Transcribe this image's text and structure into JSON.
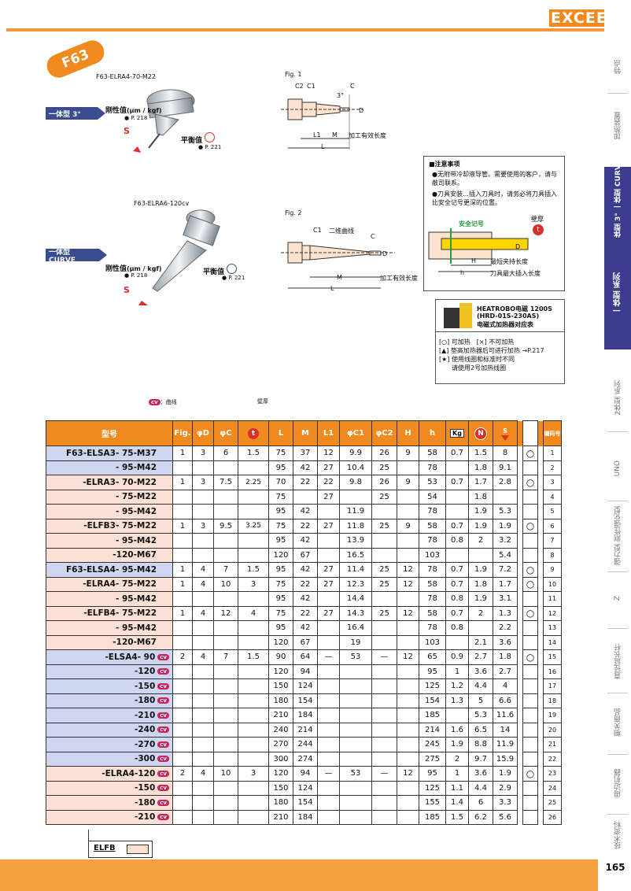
{
  "brand": "EXCEED",
  "page_number": "165",
  "badge": "F63",
  "right_nav": [
    {
      "label": "特点",
      "active": false
    },
    {
      "label": "加热装置",
      "active": false
    },
    {
      "label": "一体型 3°\n一体型 CURVE",
      "active": true
    },
    {
      "label": "一体型 系列",
      "active": true
    },
    {
      "label": "2体型 系列",
      "active": false
    },
    {
      "label": "UNO",
      "active": false
    },
    {
      "label": "强力型 刚性强化型",
      "active": false
    },
    {
      "label": "Z",
      "active": false
    },
    {
      "label": "直径延长杆",
      "active": false
    },
    {
      "label": "相关商品",
      "active": false
    },
    {
      "label": "周边机器",
      "active": false
    },
    {
      "label": "技术资料",
      "active": false
    }
  ],
  "product1": {
    "model": "F63-ELRA4-70-M22",
    "tag": "一体型 3°",
    "rigidity": "刚性值",
    "rigidity_unit": "(μm / kgf)",
    "rigidity_ref": "P. 218",
    "balance": "平衡值",
    "balance_ref": "P. 221",
    "s": "S"
  },
  "product2": {
    "model": "F63-ELRA6-120cv",
    "tag": "一体型 CURVE",
    "rigidity": "刚性值",
    "rigidity_unit": "(μm / kgf)",
    "rigidity_ref": "P. 218",
    "balance": "平衡值",
    "balance_ref": "P. 221",
    "s": "S"
  },
  "fig1": {
    "label": "Fig. 1",
    "c2": "C2",
    "c1": "C1",
    "c": "C",
    "angle": "3°",
    "d": "D",
    "l1": "L1",
    "m": "M",
    "l": "L",
    "effective": "加工有效长度"
  },
  "fig2": {
    "label": "Fig. 2",
    "c1": "C1",
    "curve": "二维曲线",
    "c": "C",
    "d": "D",
    "m": "M",
    "l": "L",
    "effective": "加工有效长度"
  },
  "notice": {
    "title": "■注意事项",
    "items": [
      "●无附带冷却液导管。需要使用的客户，请与敝司联系。",
      "●刀具安装…插入刀具时，请务必将刀具插入比安全记号更深的位置。"
    ],
    "safety_mark": "安全记号",
    "wall": "壁厚",
    "d": "D",
    "h": "H",
    "h_small": "h",
    "min_grip": "最短夹持长度",
    "max_insert": "刀具最大插入长度"
  },
  "heater": {
    "name": "HEATROBO电磁 1200S",
    "model": "(HRD-01S-230AS)",
    "desc": "电磁式加热器对应表",
    "legend": [
      "[○] 可加热　[×] 不可加热",
      "[▲] 垫高加热器后可进行加热 →P.217",
      "[★] 使用线圈和标准时不同",
      "　　请使用2号加热线圈"
    ]
  },
  "table_notes": {
    "cv": "：曲线",
    "wall": "壁厚"
  },
  "cv_badge": "cv",
  "table": {
    "headers": [
      "型号",
      "Fig.",
      "φD",
      "φC",
      "t",
      "L",
      "M",
      "L1",
      "φC1",
      "φC2",
      "H",
      "h",
      "Kg",
      "N",
      "S",
      "",
      "编码号"
    ],
    "rows": [
      {
        "model": "F63-ELSA3- 75-M37",
        "fig": "1",
        "d": "3",
        "c": "6",
        "t": "1.5",
        "L": "75",
        "M": "37",
        "L1": "12",
        "C1": "9.9",
        "C2": "26",
        "H": "9",
        "h": "58",
        "kg": "0.7",
        "n": "1.5",
        "s": "8",
        "heat": "○",
        "no": "1",
        "bg": "blue",
        "cv": false
      },
      {
        "model": "- 95-M42",
        "fig": "",
        "d": "",
        "c": "",
        "t": "",
        "L": "95",
        "M": "42",
        "L1": "27",
        "C1": "10.4",
        "C2": "25",
        "H": "",
        "h": "78",
        "kg": "",
        "n": "1.8",
        "s": "9.1",
        "heat": "",
        "no": "2",
        "bg": "blue",
        "cv": false
      },
      {
        "model": "-ELRA3- 70-M22",
        "fig": "1",
        "d": "3",
        "c": "7.5",
        "t": "2.25",
        "L": "70",
        "M": "22",
        "L1": "22",
        "C1": "9.8",
        "C2": "26",
        "H": "9",
        "h": "53",
        "kg": "0.7",
        "n": "1.7",
        "s": "2.8",
        "heat": "○",
        "no": "3",
        "bg": "pink",
        "cv": false
      },
      {
        "model": "- 75-M22",
        "fig": "",
        "d": "",
        "c": "",
        "t": "",
        "L": "75",
        "M": "",
        "L1": "27",
        "C1": "",
        "C2": "25",
        "H": "",
        "h": "54",
        "kg": "",
        "n": "1.8",
        "s": "",
        "heat": "",
        "no": "4",
        "bg": "pink",
        "cv": false
      },
      {
        "model": "- 95-M42",
        "fig": "",
        "d": "",
        "c": "",
        "t": "",
        "L": "95",
        "M": "42",
        "L1": "",
        "C1": "11.9",
        "C2": "",
        "H": "",
        "h": "78",
        "kg": "",
        "n": "1.9",
        "s": "5.3",
        "heat": "",
        "no": "5",
        "bg": "pink",
        "cv": false
      },
      {
        "model": "-ELFB3- 75-M22",
        "fig": "1",
        "d": "3",
        "c": "9.5",
        "t": "3.25",
        "L": "75",
        "M": "22",
        "L1": "27",
        "C1": "11.8",
        "C2": "25",
        "H": "9",
        "h": "58",
        "kg": "0.7",
        "n": "1.9",
        "s": "1.9",
        "heat": "○",
        "no": "6",
        "bg": "pink",
        "cv": false
      },
      {
        "model": "- 95-M42",
        "fig": "",
        "d": "",
        "c": "",
        "t": "",
        "L": "95",
        "M": "42",
        "L1": "",
        "C1": "13.9",
        "C2": "",
        "H": "",
        "h": "78",
        "kg": "0.8",
        "n": "2",
        "s": "3.2",
        "heat": "",
        "no": "7",
        "bg": "pink",
        "cv": false
      },
      {
        "model": "-120-M67",
        "fig": "",
        "d": "",
        "c": "",
        "t": "",
        "L": "120",
        "M": "67",
        "L1": "",
        "C1": "16.5",
        "C2": "",
        "H": "",
        "h": "103",
        "kg": "",
        "n": "",
        "s": "5.4",
        "heat": "",
        "no": "8",
        "bg": "pink",
        "cv": false
      },
      {
        "model": "F63-ELSA4- 95-M42",
        "fig": "1",
        "d": "4",
        "c": "7",
        "t": "1.5",
        "L": "95",
        "M": "42",
        "L1": "27",
        "C1": "11.4",
        "C2": "25",
        "H": "12",
        "h": "78",
        "kg": "0.7",
        "n": "1.9",
        "s": "7.2",
        "heat": "○",
        "no": "9",
        "bg": "blue",
        "cv": false
      },
      {
        "model": "-ELRA4- 75-M22",
        "fig": "1",
        "d": "4",
        "c": "10",
        "t": "3",
        "L": "75",
        "M": "22",
        "L1": "27",
        "C1": "12.3",
        "C2": "25",
        "H": "12",
        "h": "58",
        "kg": "0.7",
        "n": "1.8",
        "s": "1.7",
        "heat": "○",
        "no": "10",
        "bg": "pink",
        "cv": false
      },
      {
        "model": "- 95-M42",
        "fig": "",
        "d": "",
        "c": "",
        "t": "",
        "L": "95",
        "M": "42",
        "L1": "",
        "C1": "14.4",
        "C2": "",
        "H": "",
        "h": "78",
        "kg": "0.8",
        "n": "1.9",
        "s": "3.1",
        "heat": "",
        "no": "11",
        "bg": "pink",
        "cv": false
      },
      {
        "model": "-ELFB4- 75-M22",
        "fig": "1",
        "d": "4",
        "c": "12",
        "t": "4",
        "L": "75",
        "M": "22",
        "L1": "27",
        "C1": "14.3",
        "C2": "25",
        "H": "12",
        "h": "58",
        "kg": "0.7",
        "n": "2",
        "s": "1.3",
        "heat": "○",
        "no": "12",
        "bg": "pink",
        "cv": false
      },
      {
        "model": "- 95-M42",
        "fig": "",
        "d": "",
        "c": "",
        "t": "",
        "L": "95",
        "M": "42",
        "L1": "",
        "C1": "16.4",
        "C2": "",
        "H": "",
        "h": "78",
        "kg": "0.8",
        "n": "",
        "s": "2.2",
        "heat": "",
        "no": "13",
        "bg": "pink",
        "cv": false
      },
      {
        "model": "-120-M67",
        "fig": "",
        "d": "",
        "c": "",
        "t": "",
        "L": "120",
        "M": "67",
        "L1": "",
        "C1": "19",
        "C2": "",
        "H": "",
        "h": "103",
        "kg": "",
        "n": "2.1",
        "s": "3.6",
        "heat": "",
        "no": "14",
        "bg": "pink",
        "cv": false
      },
      {
        "model": "-ELSA4- 90",
        "fig": "2",
        "d": "4",
        "c": "7",
        "t": "1.5",
        "L": "90",
        "M": "64",
        "L1": "—",
        "C1": "53",
        "C2": "—",
        "H": "12",
        "h": "65",
        "kg": "0.9",
        "n": "2.7",
        "s": "1.8",
        "heat": "○",
        "no": "15",
        "bg": "blue",
        "cv": true
      },
      {
        "model": "-120",
        "fig": "",
        "d": "",
        "c": "",
        "t": "",
        "L": "120",
        "M": "94",
        "L1": "",
        "C1": "",
        "C2": "",
        "H": "",
        "h": "95",
        "kg": "1",
        "n": "3.6",
        "s": "2.7",
        "heat": "",
        "no": "16",
        "bg": "blue",
        "cv": true
      },
      {
        "model": "-150",
        "fig": "",
        "d": "",
        "c": "",
        "t": "",
        "L": "150",
        "M": "124",
        "L1": "",
        "C1": "",
        "C2": "",
        "H": "",
        "h": "125",
        "kg": "1.2",
        "n": "4.4",
        "s": "4",
        "heat": "",
        "no": "17",
        "bg": "blue",
        "cv": true
      },
      {
        "model": "-180",
        "fig": "",
        "d": "",
        "c": "",
        "t": "",
        "L": "180",
        "M": "154",
        "L1": "",
        "C1": "",
        "C2": "",
        "H": "",
        "h": "154",
        "kg": "1.3",
        "n": "5",
        "s": "6.6",
        "heat": "",
        "no": "18",
        "bg": "blue",
        "cv": true
      },
      {
        "model": "-210",
        "fig": "",
        "d": "",
        "c": "",
        "t": "",
        "L": "210",
        "M": "184",
        "L1": "",
        "C1": "",
        "C2": "",
        "H": "",
        "h": "185",
        "kg": "",
        "n": "5.3",
        "s": "11.6",
        "heat": "",
        "no": "19",
        "bg": "blue",
        "cv": true
      },
      {
        "model": "-240",
        "fig": "",
        "d": "",
        "c": "",
        "t": "",
        "L": "240",
        "M": "214",
        "L1": "",
        "C1": "",
        "C2": "",
        "H": "",
        "h": "214",
        "kg": "1.6",
        "n": "6.5",
        "s": "14",
        "heat": "",
        "no": "20",
        "bg": "blue",
        "cv": true
      },
      {
        "model": "-270",
        "fig": "",
        "d": "",
        "c": "",
        "t": "",
        "L": "270",
        "M": "244",
        "L1": "",
        "C1": "",
        "C2": "",
        "H": "",
        "h": "245",
        "kg": "1.9",
        "n": "8.8",
        "s": "11.9",
        "heat": "",
        "no": "21",
        "bg": "blue",
        "cv": true
      },
      {
        "model": "-300",
        "fig": "",
        "d": "",
        "c": "",
        "t": "",
        "L": "300",
        "M": "274",
        "L1": "",
        "C1": "",
        "C2": "",
        "H": "",
        "h": "275",
        "kg": "2",
        "n": "9.7",
        "s": "15.9",
        "heat": "",
        "no": "22",
        "bg": "blue",
        "cv": true
      },
      {
        "model": "-ELRA4-120",
        "fig": "2",
        "d": "4",
        "c": "10",
        "t": "3",
        "L": "120",
        "M": "94",
        "L1": "—",
        "C1": "53",
        "C2": "—",
        "H": "12",
        "h": "95",
        "kg": "1",
        "n": "3.6",
        "s": "1.9",
        "heat": "○",
        "no": "23",
        "bg": "pink",
        "cv": true
      },
      {
        "model": "-150",
        "fig": "",
        "d": "",
        "c": "",
        "t": "",
        "L": "150",
        "M": "124",
        "L1": "",
        "C1": "",
        "C2": "",
        "H": "",
        "h": "125",
        "kg": "1.1",
        "n": "4.4",
        "s": "2.9",
        "heat": "",
        "no": "24",
        "bg": "pink",
        "cv": true
      },
      {
        "model": "-180",
        "fig": "",
        "d": "",
        "c": "",
        "t": "",
        "L": "180",
        "M": "154",
        "L1": "",
        "C1": "",
        "C2": "",
        "H": "",
        "h": "155",
        "kg": "1.4",
        "n": "6",
        "s": "3.3",
        "heat": "",
        "no": "25",
        "bg": "pink",
        "cv": true
      },
      {
        "model": "-210",
        "fig": "",
        "d": "",
        "c": "",
        "t": "",
        "L": "210",
        "M": "184",
        "L1": "",
        "C1": "",
        "C2": "",
        "H": "",
        "h": "185",
        "kg": "1.5",
        "n": "6.2",
        "s": "5.6",
        "heat": "",
        "no": "26",
        "bg": "pink",
        "cv": true
      }
    ]
  },
  "footer_ref": "ELFB",
  "colors": {
    "orange": "#f08a1e",
    "navy": "#3a4c8f",
    "blue_row": "#cfd6ef",
    "pink_row": "#fbe0d6",
    "red": "#d9302a",
    "magenta": "#d0205a"
  }
}
